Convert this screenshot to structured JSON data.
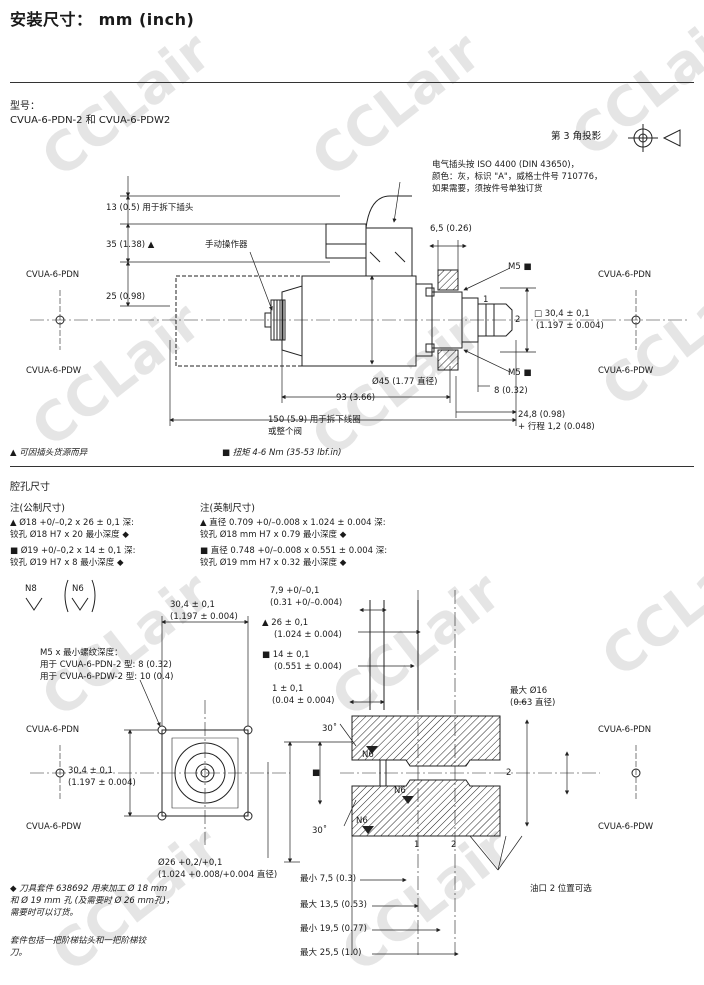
{
  "header": {
    "title": "安装尺寸：   mm   (inch)"
  },
  "watermark": "CCLair",
  "model": {
    "label": "型号：",
    "names": "CVUA-6-PDN-2  和  CVUA-6-PDW2"
  },
  "projection": {
    "label": "第 3 角投影"
  },
  "top_drawing": {
    "elec_note": [
      "电气插头按 ISO 4400 (DIN 43650)，",
      "颜色：灰，标识 \"A\"，威格士件号 710776，",
      "如果需要，须按件号单独订货"
    ],
    "d13": "13 (0.5) 用于拆下插头",
    "d35": "35 (1.38) ▲",
    "manual": "手动操作器",
    "d25": "25 (0.98)",
    "d65": "6,5 (0.26)",
    "m5_top": "M5 ■",
    "m5_bottom": "M5 ■",
    "port1": "1",
    "port2": "2",
    "d304": [
      "□ 30,4 ± 0,1",
      "(1.197 ± 0.004)"
    ],
    "d45": "Ø45 (1.77 直径)",
    "d93": "93 (3.66)",
    "d8": "8 (0.32)",
    "d150": [
      "150 (5.9) 用于拆下线圈",
      "或整个阀"
    ],
    "d248": [
      "24,8 (0.98)",
      "+ 行程 1,2 (0.048)"
    ],
    "pdn_left": "CVUA-6-PDN",
    "pdw_left": "CVUA-6-PDW",
    "pdn_right": "CVUA-6-PDN",
    "pdw_right": "CVUA-6-PDW",
    "footnote_tri": "▲  可因插头货源而异",
    "footnote_sq": "■  扭矩 4-6 Nm (35-53 lbf.in)"
  },
  "cavity": {
    "title": "腔孔尺寸",
    "metric_title": "注(公制尺寸)",
    "metric": [
      "▲ Ø18 +0/–0,2 x 26 ± 0,1 深:",
      "   铰孔 Ø18 H7 x 20 最小深度 ◆",
      "■ Ø19 +0/–0,2 x 14 ± 0,1 深:",
      "   铰孔 Ø19 H7 x 8 最小深度 ◆"
    ],
    "inch_title": "注(英制尺寸)",
    "inch": [
      "▲  直径 0.709 +0/–0.008 x 1.024 ± 0.004 深:",
      "    铰孔 Ø18 mm H7 x 0.79 最小深度 ◆",
      "■  直径 0.748 +0/–0.008 x 0.551 ± 0.004 深:",
      "    铰孔 Ø19 mm H7 x 0.32 最小深度 ◆"
    ],
    "n8": "N8",
    "n6": "N6",
    "d304_top": [
      "30,4 ± 0,1",
      "(1.197 ± 0.004)"
    ],
    "d304_left": [
      "30,4 ± 0,1",
      "(1.197 ± 0.004)"
    ],
    "m5_note": [
      "M5 x 最小螺纹深度：",
      "用于 CVUA-6-PDN-2 型: 8 (0.32)",
      "用于 CVUA-6-PDW-2 型: 10 (0.4)"
    ],
    "pdn_left": "CVUA-6-PDN",
    "pdw_left": "CVUA-6-PDW",
    "pdn_right": "CVUA-6-PDN",
    "pdw_right": "CVUA-6-PDW",
    "d79": [
      "7,9 +0/–0,1",
      "(0.31 +0/–0.004)"
    ],
    "d26": [
      "▲  26 ± 0,1",
      "(1.024 ± 0.004)"
    ],
    "d14": [
      "■  14 ± 0,1",
      "(0.551 ± 0.004)"
    ],
    "d1": [
      "1 ± 0,1",
      "(0.04 ± 0.004)"
    ],
    "d_max16": [
      "最大 Ø16",
      "(0.63 直径)"
    ],
    "angle30a": "30˚",
    "angle30b": "30˚",
    "n6a": "N6",
    "n6b": "N6",
    "n6c": "N6",
    "sq": "■",
    "port1": "1",
    "port2": "2",
    "port2b": "2",
    "d26dia": [
      "Ø26 +0,2/+0,1",
      "(1.024 +0.008/+0.004 直径)"
    ],
    "port_note": "油口 2 位置可选",
    "min75": "最小 7,5 (0.3)",
    "max135": "最大 13,5 (0.53)",
    "min195": "最小 19,5 (0.77)",
    "max255": "最大 25,5 (1.0)",
    "tool_note": [
      "◆  刀具套件 638692 用来加工 Ø 18 mm",
      "    和 Ø 19 mm 孔 (及需要时 Ø 26 mm孔)，",
      "    需要时可以订货。",
      "",
      "    套件包括一把阶梯钻头和一把阶梯铰",
      "    刀。"
    ]
  }
}
